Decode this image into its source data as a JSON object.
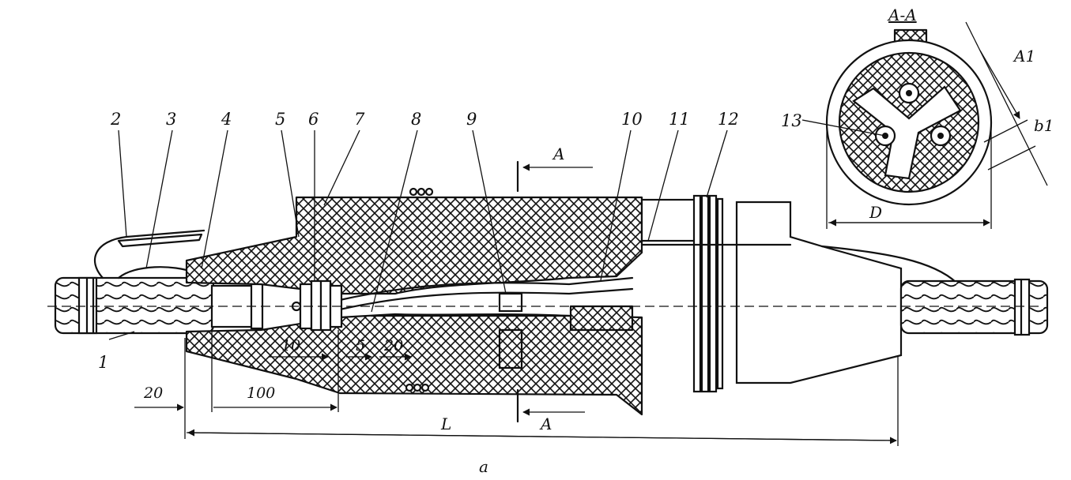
{
  "part_numbers": [
    "1",
    "2",
    "3",
    "4",
    "5",
    "6",
    "7",
    "8",
    "9",
    "10",
    "11",
    "12",
    "13"
  ],
  "dimensions": {
    "d20_left": "20",
    "d100": "100",
    "inner_10": "10",
    "inner_5": "5",
    "inner_20": "20",
    "total": "L",
    "diameter": "D",
    "a1": "A1",
    "b1": "b1"
  },
  "section_marks": {
    "top": "A",
    "bottom": "A",
    "view_title": "A-A"
  },
  "figure_label": "a"
}
